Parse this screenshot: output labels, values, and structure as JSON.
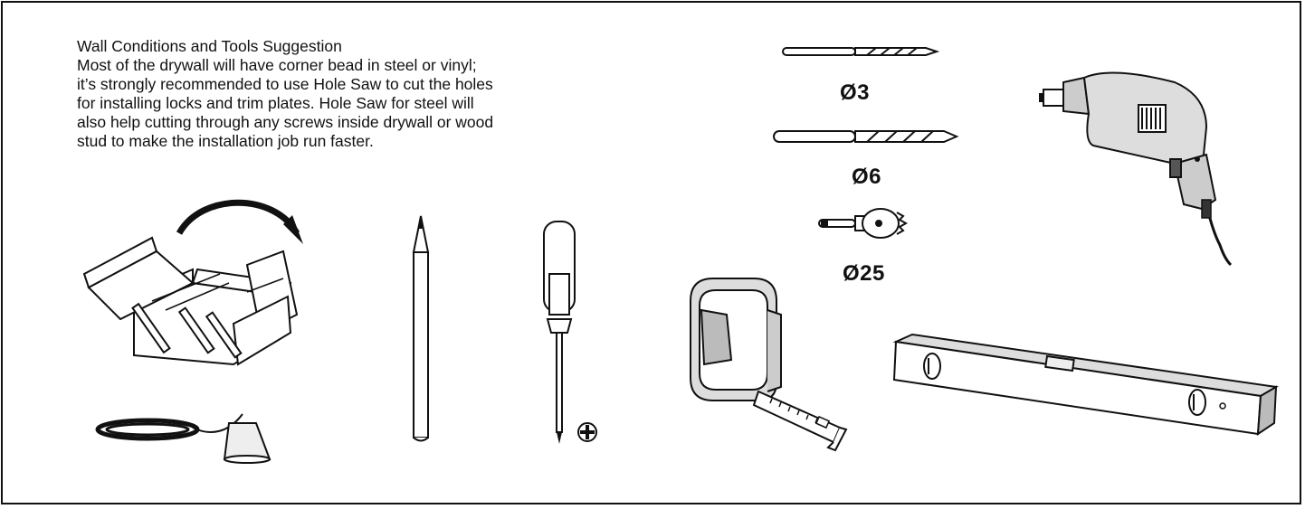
{
  "intro": {
    "heading": "Wall Conditions and Tools Suggestion",
    "lines": [
      "Most of the drywall will have corner bead in steel or vinyl;",
      "it’s strongly recommended to use Hole Saw to cut the holes",
      "for installing locks and trim plates. Hole Saw for steel will",
      "also help cutting through any screws inside drywall or wood",
      "stud to make the installation job run faster."
    ]
  },
  "bits": {
    "small": "Ø3",
    "medium": "Ø6",
    "hole_saw": "Ø25"
  },
  "icons": [
    "toolbox-icon",
    "chalk-line-icon",
    "pencil-icon",
    "phillips-screwdriver-icon",
    "drill-bit-icon",
    "hole-saw-icon",
    "tape-measure-icon",
    "power-drill-icon",
    "spirit-level-icon"
  ]
}
